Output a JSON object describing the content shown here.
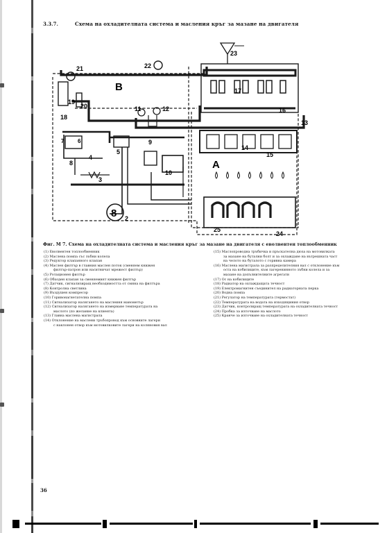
{
  "page": {
    "page_number_top": "3.3.7.",
    "section_title": "Схема на охладителната система и масления кръг за мазане на двигателя",
    "caption": "Фиг. М 7. Схема на охладителната система и масления кръг за мазане на двигателя с еволвентен топлообменник",
    "page_number_bottom": "36"
  },
  "diagram": {
    "labels": {
      "A": "A",
      "B": "B",
      "n2": "2",
      "n3": "3",
      "n4": "4",
      "n5": "5",
      "n6": "6",
      "n7": "7",
      "n8": "8",
      "n9": "9",
      "n10": "10",
      "n11": "11",
      "n12": "12",
      "n13": "13",
      "n14": "14",
      "n15": "15",
      "n16": "16",
      "n17": "17",
      "n18": "18",
      "n19": "19",
      "n20": "20",
      "n21": "21",
      "n22": "22",
      "n23": "23",
      "n24": "24",
      "n25": "25"
    }
  },
  "legend_left": [
    {
      "num": "(1)",
      "text": "Еволвентен топлообменник"
    },
    {
      "num": "(2)",
      "text": "Маслена помпа със зъбни колела"
    },
    {
      "num": "(3)",
      "text": "Редуктор клапанного клапан"
    },
    {
      "num": "(4)",
      "text": "Маслен филтър в главния маслен поток (сменяем книжен",
      "cont": "филтър-патрон или наситничат мрежест филтър)"
    },
    {
      "num": "(5)",
      "text": "Ротационен филтър"
    },
    {
      "num": "(6)",
      "text": "Обходен клапан за сменяемият книжен филтър"
    },
    {
      "num": "(7)",
      "text": "Датчик, сигнализиращ необходимостта от смяна на филтъра"
    },
    {
      "num": "(8)",
      "text": "Контролна светлина"
    },
    {
      "num": "(9)",
      "text": "Въздушен компресор"
    },
    {
      "num": "(10)",
      "text": "Горивонагнетателна помпа"
    },
    {
      "num": "(11)",
      "text": "Сигнализатор налягането на маслеиня манометър"
    },
    {
      "num": "(12)",
      "text": "Сигнализатор налягането на измерване температурата на",
      "cont": "маслото (по желание на клиента)"
    },
    {
      "num": "(13)",
      "text": "Главна маслена магистрала"
    },
    {
      "num": "(14)",
      "text": "Отклонение на маслени тръбопровод към основните лагери",
      "cont": "с наклонен отвор към мотовилковите лагери на коляновия вал"
    }
  ],
  "legend_right": [
    {
      "num": "(15)",
      "text": "Маслопроводна тръбичка и пръскателна дюза на мотовилката",
      "cont": "за мазане на бутални болт и за охлаждане на вътрешната част\nна челото на буталото с горивна камера"
    },
    {
      "num": "(16)",
      "text": "Маслена магистрала за разпределителния вал с отклонение към",
      "cont": "оста на кобилиците, към лагеренинното зъбни колела и за\nмазане на допълнителните агрегати"
    },
    {
      "num": "(17)",
      "text": "Ос на кобилиците"
    },
    {
      "num": "(18)",
      "text": "Радиатор на охлаждащата течност"
    },
    {
      "num": "(19)",
      "text": "Електромагнитен съединител на радиаторната перка"
    },
    {
      "num": "(20)",
      "text": "Водна помпа"
    },
    {
      "num": "(21)",
      "text": "Регулатор на температурата (термостат)"
    },
    {
      "num": "(22)",
      "text": "Температурата на водата на изходящиния отвор"
    },
    {
      "num": "(23)",
      "text": "Датчик, контролиращ температурата на охладителната течност"
    },
    {
      "num": "(24)",
      "text": "Пробка за източване на маслото"
    },
    {
      "num": "(25)",
      "text": "Кранче за източване на охладителната течност"
    }
  ],
  "colors": {
    "ink": "#1a1a1a",
    "paper": "#ffffff"
  }
}
